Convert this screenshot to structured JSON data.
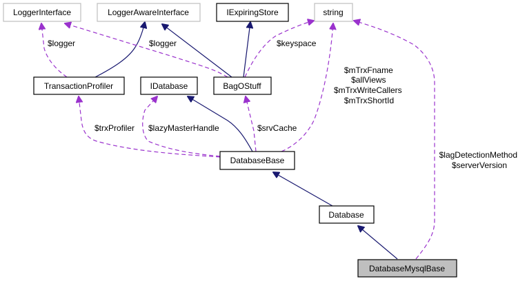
{
  "nodes": {
    "logger_interface": "LoggerInterface",
    "logger_aware_interface": "LoggerAwareInterface",
    "iexpiring_store": "IExpiringStore",
    "string": "string",
    "transaction_profiler": "TransactionProfiler",
    "idatabase": "IDatabase",
    "bag_o_stuff": "BagOStuff",
    "database_base": "DatabaseBase",
    "database": "Database",
    "database_mysql_base": "DatabaseMysqlBase"
  },
  "edge_labels": {
    "tp_logger": "$logger",
    "bag_logger": "$logger",
    "keyspace": "$keyspace",
    "string_db": [
      "$mTrxFname",
      "$allViews",
      "$mTrxWriteCallers",
      "$mTrxShortId"
    ],
    "trx_profiler": "$trxProfiler",
    "lazy_master": "$lazyMasterHandle",
    "srv_cache": "$srvCache",
    "string_mysql": [
      "$lagDetectionMethod",
      "$serverVersion"
    ]
  },
  "colors": {
    "inheritance": "#191970",
    "usage": "#9a32cd",
    "selected_node_fill": "#bfbfbf",
    "external_node_border": "#bfbfbf"
  }
}
